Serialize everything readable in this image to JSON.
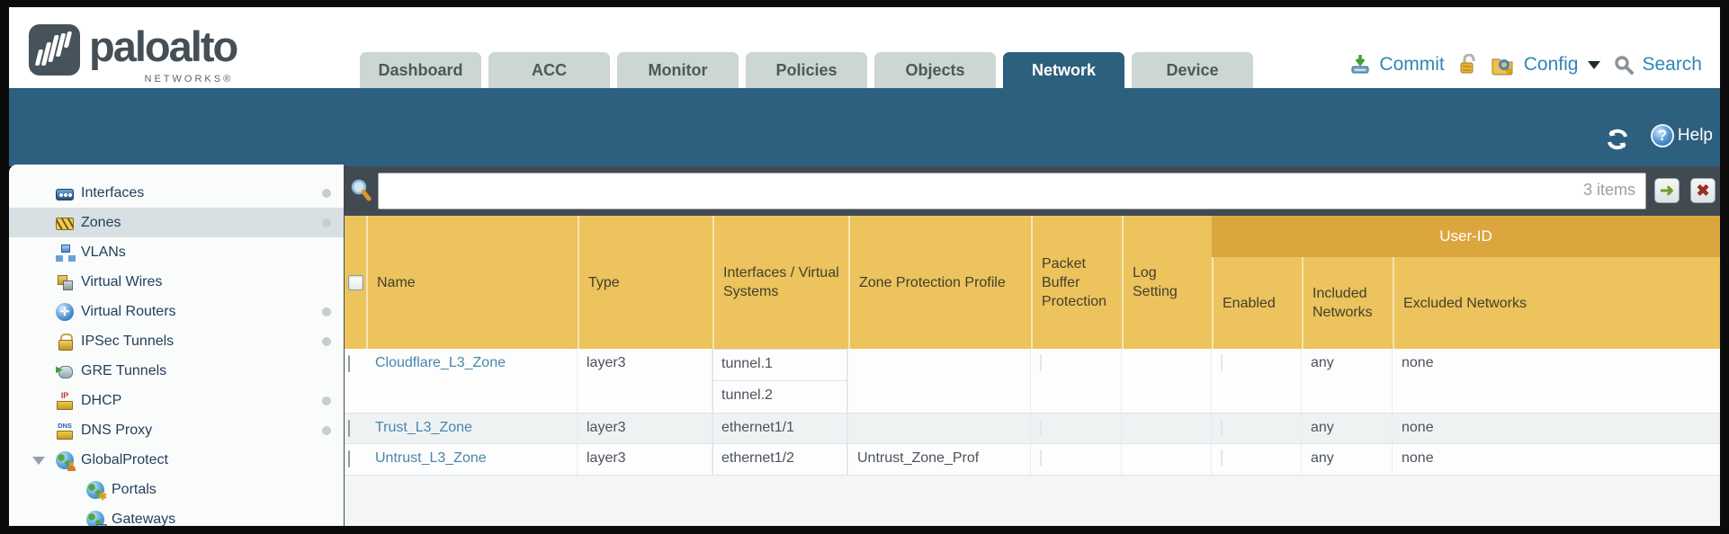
{
  "header": {
    "brand": "paloalto",
    "brand_sub": "NETWORKS®",
    "tabs": [
      {
        "label": "Dashboard",
        "active": false
      },
      {
        "label": "ACC",
        "active": false
      },
      {
        "label": "Monitor",
        "active": false
      },
      {
        "label": "Policies",
        "active": false
      },
      {
        "label": "Objects",
        "active": false
      },
      {
        "label": "Network",
        "active": true
      },
      {
        "label": "Device",
        "active": false
      }
    ],
    "commit_label": "Commit",
    "config_label": "Config",
    "search_label": "Search"
  },
  "toolbar": {
    "help_label": "Help"
  },
  "sidebar": {
    "items": [
      {
        "label": "Interfaces",
        "icon": "interfaces-icon",
        "dot": true,
        "selected": false
      },
      {
        "label": "Zones",
        "icon": "zones-icon",
        "dot": true,
        "selected": true
      },
      {
        "label": "VLANs",
        "icon": "vlans-icon",
        "dot": false,
        "selected": false
      },
      {
        "label": "Virtual Wires",
        "icon": "virtual-wires-icon",
        "dot": false,
        "selected": false
      },
      {
        "label": "Virtual Routers",
        "icon": "virtual-routers-icon",
        "dot": true,
        "selected": false
      },
      {
        "label": "IPSec Tunnels",
        "icon": "ipsec-tunnels-icon",
        "dot": true,
        "selected": false
      },
      {
        "label": "GRE Tunnels",
        "icon": "gre-tunnels-icon",
        "dot": false,
        "selected": false
      },
      {
        "label": "DHCP",
        "icon": "dhcp-icon",
        "dot": true,
        "selected": false
      },
      {
        "label": "DNS Proxy",
        "icon": "dns-proxy-icon",
        "dot": true,
        "selected": false
      },
      {
        "label": "GlobalProtect",
        "icon": "globalprotect-icon",
        "dot": false,
        "selected": false,
        "expanded": true
      },
      {
        "label": "Portals",
        "icon": "portals-icon",
        "dot": false,
        "selected": false,
        "child": true
      },
      {
        "label": "Gateways",
        "icon": "gateways-icon",
        "dot": false,
        "selected": false,
        "child": true
      }
    ]
  },
  "filter": {
    "input_value": "",
    "count": "3 items"
  },
  "table": {
    "group_header": "User-ID",
    "columns": [
      "Name",
      "Type",
      "Interfaces / Virtual Systems",
      "Zone Protection Profile",
      "Packet Buffer Protection",
      "Log Setting",
      "Enabled",
      "Included Networks",
      "Excluded Networks"
    ],
    "rows": [
      {
        "name": "Cloudflare_L3_Zone",
        "type": "layer3",
        "interfaces": [
          "tunnel.1",
          "tunnel.2"
        ],
        "zone_protection_profile": "",
        "log_setting": "",
        "included_networks": "any",
        "excluded_networks": "none"
      },
      {
        "name": "Trust_L3_Zone",
        "type": "layer3",
        "interfaces": [
          "ethernet1/1"
        ],
        "zone_protection_profile": "",
        "log_setting": "",
        "included_networks": "any",
        "excluded_networks": "none"
      },
      {
        "name": "Untrust_L3_Zone",
        "type": "layer3",
        "interfaces": [
          "ethernet1/2"
        ],
        "zone_protection_profile": "Untrust_Zone_Prof",
        "log_setting": "",
        "included_networks": "any",
        "excluded_networks": "none"
      }
    ]
  },
  "colors": {
    "teal_band": "#2d5f7e",
    "main_slate": "#414a51",
    "table_header_amber": "#ecc35c",
    "user_id_band_amber": "#dca63e",
    "tab_inactive": "#ccd6d2",
    "link_blue": "#4886aa",
    "action_blue": "#3285b5",
    "sidebar_selected": "#d8e0e4"
  }
}
